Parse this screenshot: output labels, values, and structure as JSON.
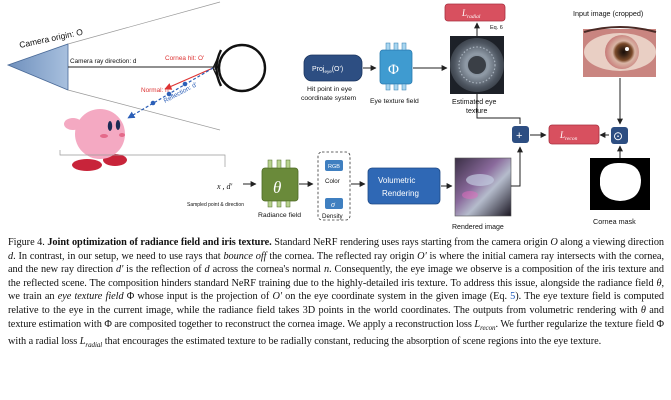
{
  "figure": {
    "camera_origin": "Camera origin: O",
    "camera_ray": "Camera ray direction: d",
    "cornea_hit": "Cornea hit: O'",
    "normal": "Normal: n",
    "reflection": "Reflection: d'",
    "proj_label": "Proj",
    "proj_sub": "eye",
    "proj_arg": "(O')",
    "hit_point_caption_1": "Hit point in eye",
    "hit_point_caption_2": "coordinate system",
    "eye_texture_symbol": "Φ",
    "eye_texture_label": "Eye texture field",
    "l_radial": "L",
    "l_radial_sub": "radial",
    "eq_ref": "Eq. 6",
    "estimated_1": "Estimated eye",
    "estimated_2": "texture",
    "input_image_label": "Input image (cropped)",
    "plus": "+",
    "l_recon": "L",
    "l_recon_sub": "recon",
    "odot": "⊙",
    "cornea_mask_label": "Cornea mask",
    "sampled_xd": "x , d'",
    "sampled_label": "Sampled point & direction",
    "theta_symbol": "θ",
    "radiance_label": "Radiance field",
    "rgb": "RGB",
    "color_label": "Color",
    "sigma": "σ",
    "density_label": "Density",
    "vol_1": "Volumetric",
    "vol_2": "Rendering",
    "rendered_label": "Rendered image",
    "colors": {
      "blue_box": "#2f68b5",
      "teal_box": "#3f9bd0",
      "green_box": "#6a8a3a",
      "red_box": "#d8505f",
      "navy_box": "#2d4e82",
      "normal_red": "#d33",
      "reflection_blue": "#2b5fb8"
    }
  },
  "caption": {
    "fig_num": "Figure 4.",
    "bold_title": "Joint optimization of radiance field and iris texture.",
    "s1": "Standard NeRF rendering uses rays starting from the camera origin",
    "s1_O": "O",
    "s2": "along a viewing direction",
    "s2_d": "d",
    "s3": ". In contrast, in our setup, we need to use rays that",
    "s3_it": "bounce off",
    "s4": "the cornea. The reflected ray origin",
    "s4_O": "O'",
    "s5": "is where the initial camera ray intersects with the cornea, and the new ray direction",
    "s5_d": "d'",
    "s6": "is the reflection of",
    "s6_d": "d",
    "s7": "across the cornea's normal",
    "s7_n": "n",
    "s8": ". Consequently, the eye image we observe is a composition of the iris texture and the reflected scene. The composition hinders standard NeRF training due to the highly-detailed iris texture. To address this issue, alongside the radiance field",
    "s8_theta": "θ",
    "s9": ", we train an",
    "s9_it": "eye texture field",
    "s9_phi": "Φ",
    "s10": "whose input is the projection of",
    "s10_O": "O'",
    "s11": "on the eye coordinate system in the given image (Eq.",
    "s11_eq": "5",
    "s12": "). The eye texture field is computed relative to the eye in the current image, while the radiance field takes 3D points in the world coordinates. The outputs from volumetric rendering with",
    "s12_theta": "θ",
    "s13": "and texture estimation with",
    "s13_phi": "Φ",
    "s14": "are composited together to reconstruct the cornea image. We apply a reconstruction loss",
    "s14_L": "L",
    "s14_sub": "recon",
    "s15": ". We further regularize the texture field",
    "s15_phi": "Φ",
    "s16": "with a radial loss",
    "s16_L": "L",
    "s16_sub": "radial",
    "s17": "that encourages the estimated texture to be radially constant, reducing the absorption of scene regions into the eye texture."
  }
}
